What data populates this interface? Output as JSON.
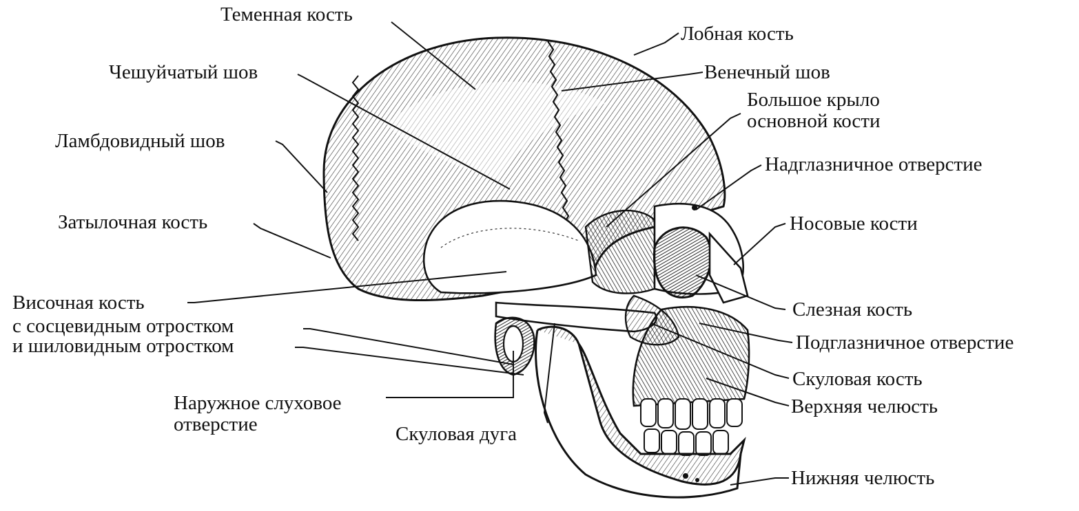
{
  "labels": {
    "parietal_bone": "Теменная кость",
    "frontal_bone": "Лобная кость",
    "squamous_suture": "Чешуйчатый шов",
    "coronal_suture": "Венечный шов",
    "greater_wing": "Большое крыло основной кости",
    "lambdoid_suture": "Ламбдовидный шов",
    "supraorbital_foramen": "Надглазничное отверстие",
    "occipital_bone": "Затылочная кость",
    "nasal_bones": "Носовые кости",
    "temporal_bone_1": "Височная кость",
    "temporal_bone_2": "с сосцевидным отростком",
    "temporal_bone_3": "и шиловидным отростком",
    "lacrimal_bone": "Слезная кость",
    "infraorbital_foramen": "Подглазничное отверстие",
    "zygomatic_bone": "Скуловая кость",
    "external_auditory_1": "Наружное слуховое",
    "external_auditory_2": "отверстие",
    "maxilla": "Верхняя челюсть",
    "zygomatic_arch": "Скуловая дуга",
    "mandible": "Нижняя челюсть"
  },
  "colors": {
    "ink": "#111111",
    "paper": "#ffffff",
    "shade": "#555555"
  }
}
